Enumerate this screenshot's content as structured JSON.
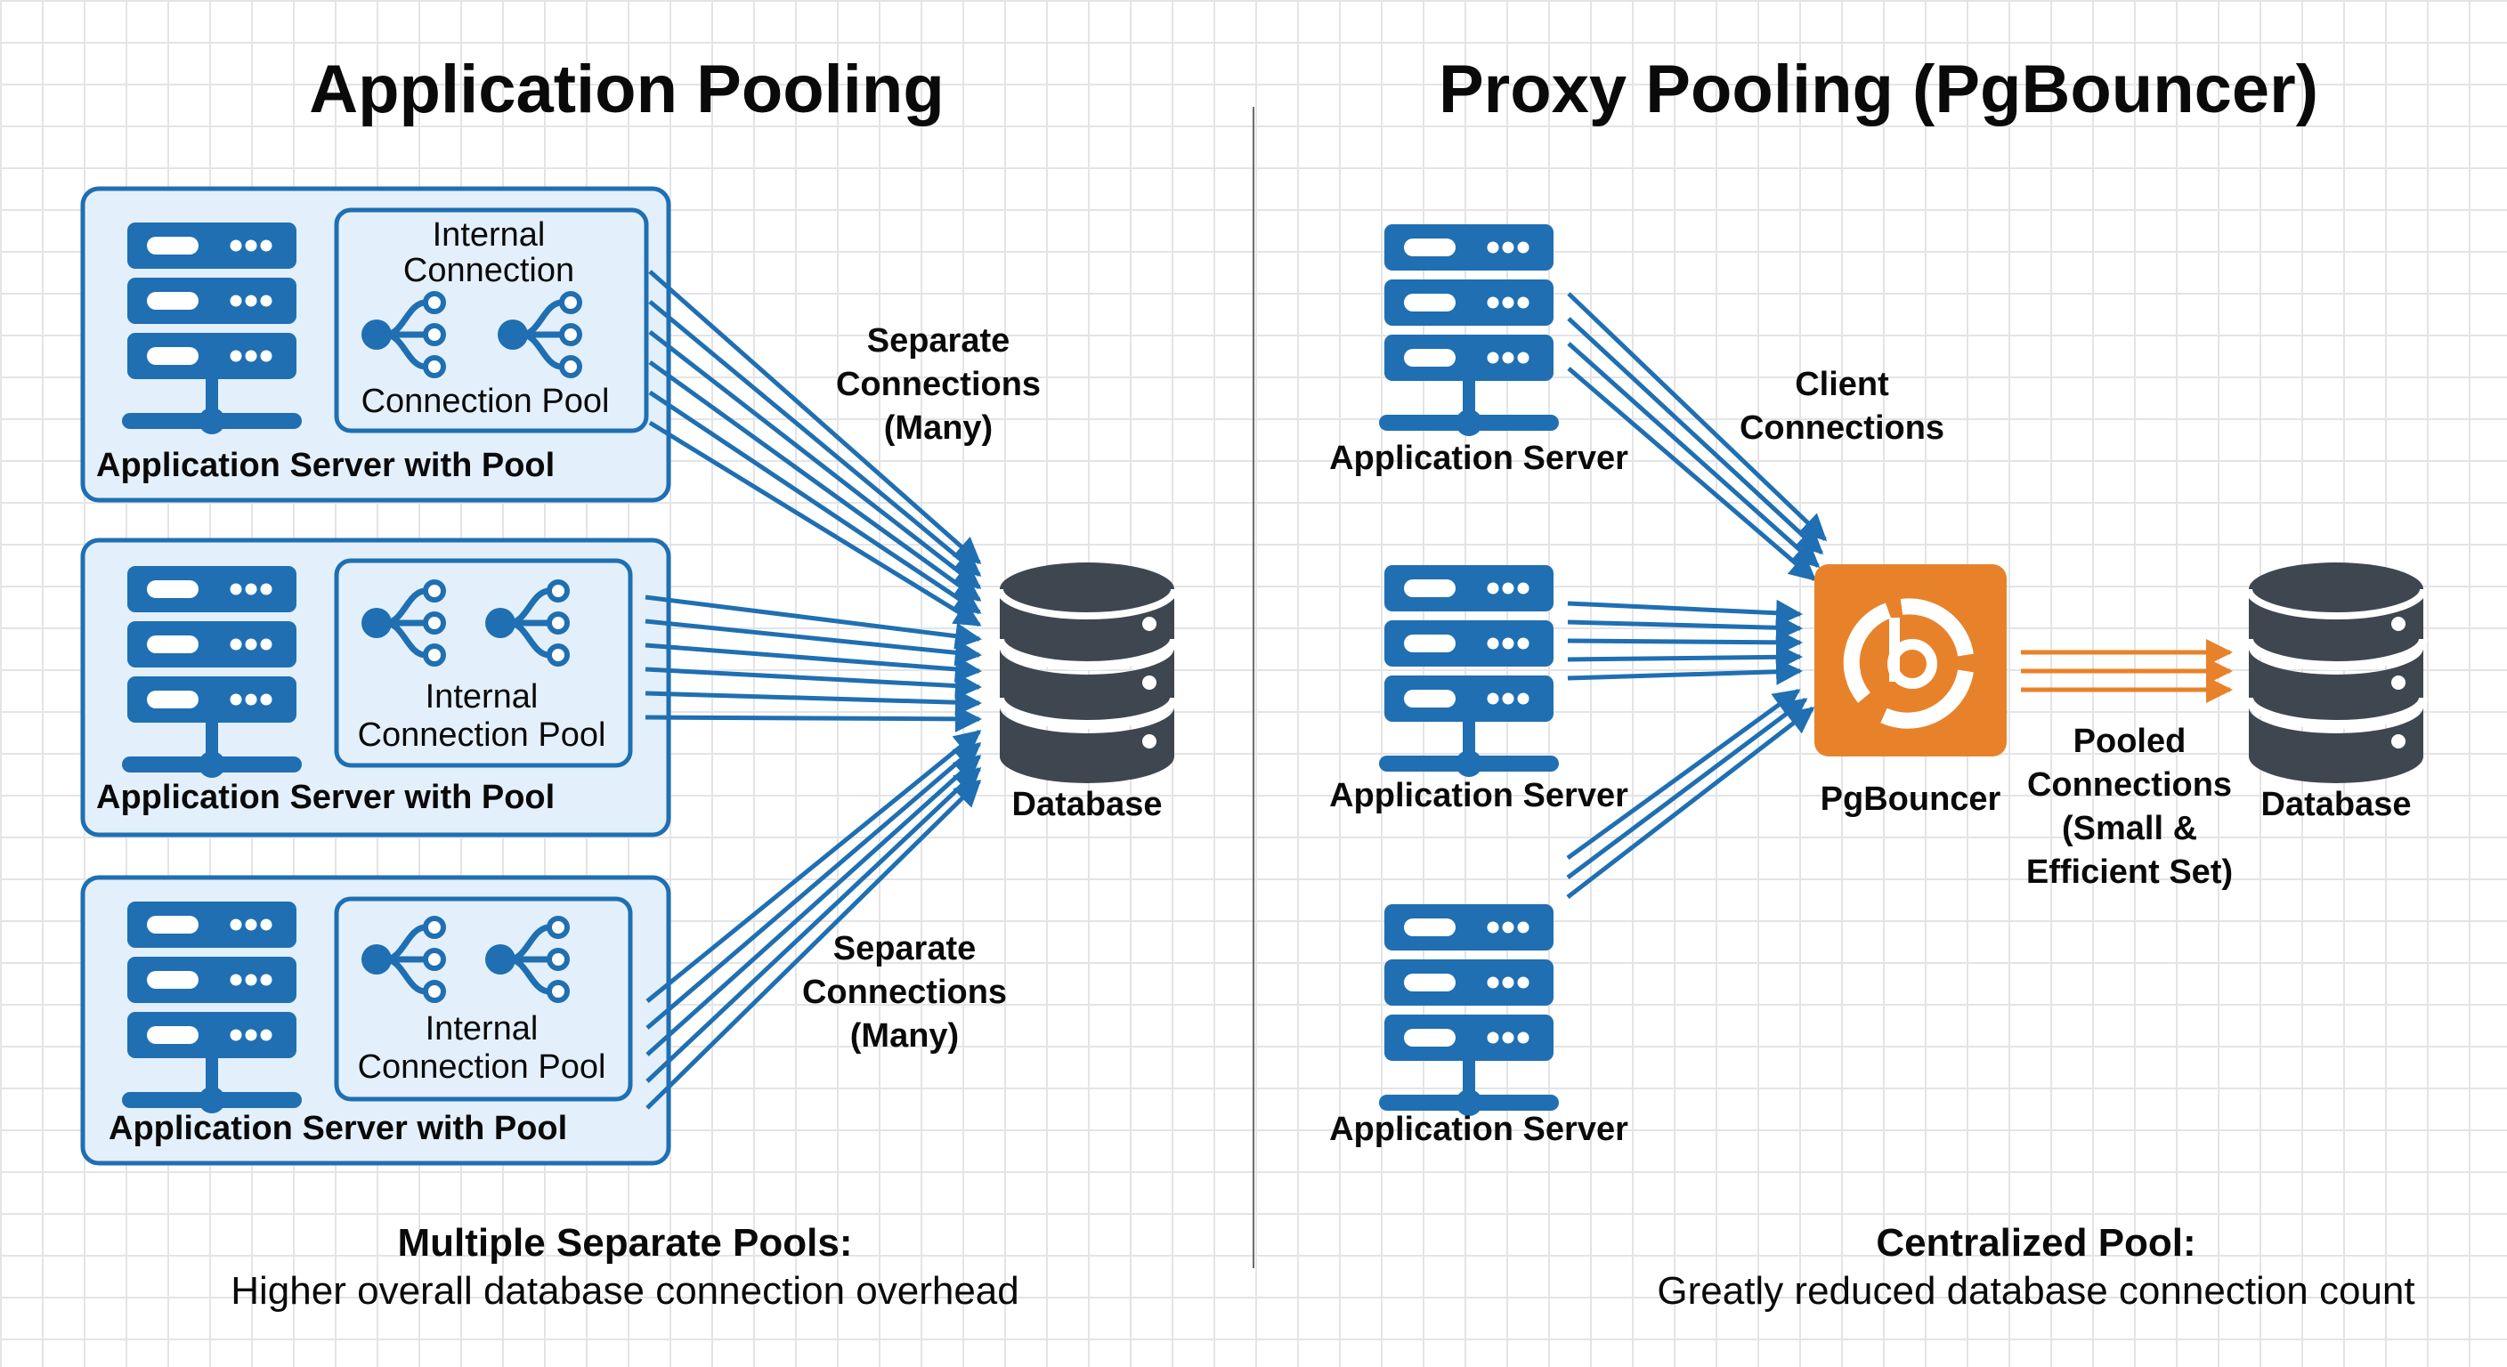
{
  "colors": {
    "server_blue": "#1f6fb2",
    "box_fill": "#e3f0fb",
    "box_border": "#1f6fb2",
    "database_gray": "#3e4750",
    "pgbouncer_orange": "#e8822a",
    "text": "#0a0a0a",
    "divider": "#6b6b6b"
  },
  "left_panel": {
    "title": "Application Pooling",
    "app_boxes": [
      {
        "label": "Application Server with Pool",
        "pool_label_line1": "Internal",
        "pool_label_line2": "Connection",
        "pool_label_line3": "Connection Pool",
        "connection_count": 6
      },
      {
        "label": "Application Server with Pool",
        "pool_label_line1": "Internal",
        "pool_label_line2": "Connection Pool",
        "pool_label_line3": "",
        "connection_count": 6
      },
      {
        "label": "Application Server with Pool",
        "pool_label_line1": "Internal",
        "pool_label_line2": "Connection Pool",
        "pool_label_line3": "",
        "connection_count": 5
      }
    ],
    "connections_label_top": {
      "line1": "Separate",
      "line2": "Connections",
      "line3": "(Many)"
    },
    "connections_label_bottom": {
      "line1": "Separate",
      "line2": "Connections",
      "line3": "(Many)"
    },
    "database_label": "Database",
    "caption_bold": "Multiple Separate Pools:",
    "caption_text": "Higher overall database connection overhead"
  },
  "right_panel": {
    "title": "Proxy Pooling (PgBouncer)",
    "app_servers": [
      {
        "label": "Application Server",
        "connection_count": 4
      },
      {
        "label": "Application Server",
        "connection_count": 5
      },
      {
        "label": "Application Server",
        "connection_count": 3
      }
    ],
    "client_connections_label": {
      "line1": "Client",
      "line2": "Connections"
    },
    "pgbouncer_label": "PgBouncer",
    "pooled_connections_label": {
      "line1": "Pooled",
      "line2": "Connections",
      "line3": "(Small &",
      "line4": "Efficient Set)"
    },
    "pooled_connection_count": 3,
    "database_label": "Database",
    "caption_bold": "Centralized Pool:",
    "caption_text": "Greatly reduced database connection count"
  },
  "icons": {
    "server": "server-rack-icon",
    "pool": "connection-pool-icon",
    "database": "database-icon",
    "pgbouncer": "pgbouncer-logo-icon"
  }
}
